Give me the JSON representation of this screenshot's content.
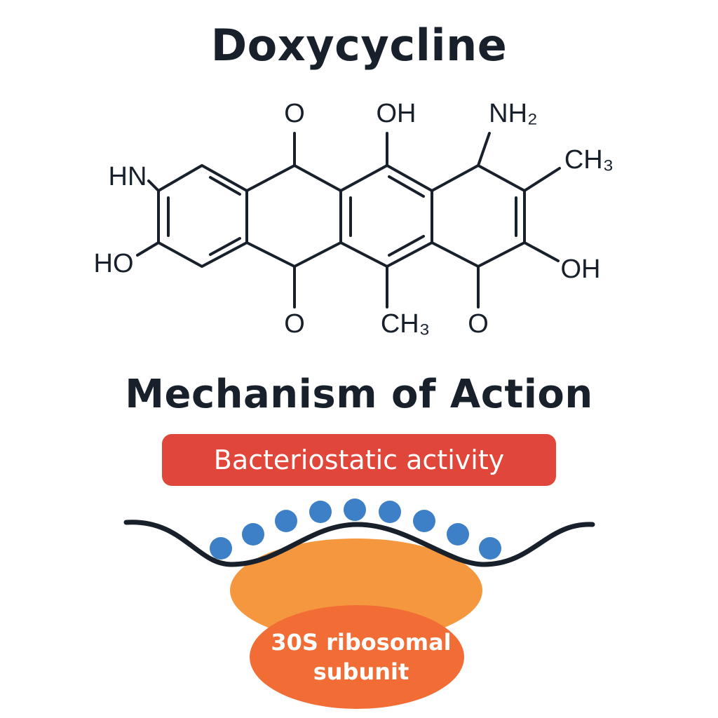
{
  "title": "Doxycycline",
  "structure_labels": {
    "o_top_left": "O",
    "oh_top_mid": "OH",
    "nh2_top_right": "NH2",
    "ch3_right": "CH3",
    "hn_left": "HN",
    "ho_left": "HO",
    "oh_right": "OH",
    "o_bottom_left": "O",
    "ch3_bottom": "CH3",
    "o_bottom_right": "O"
  },
  "mechanism_title": "Mechanism of Action",
  "activity_badge": "Bacteriostatic activity",
  "subunit_label": {
    "line1": "30S ribosomal",
    "line2": "subunit"
  },
  "colors": {
    "text": "#17202b",
    "badge": "#e0473a",
    "molecule_dots": "#3d80c7",
    "subunit_large": "#f5973f",
    "subunit_small": "#f26c36",
    "mrna_strand": "#17202b"
  },
  "icons": {
    "molecules": "drug-molecule-dots",
    "strand": "mrna-strand",
    "ribosome": "ribosome-shape"
  }
}
